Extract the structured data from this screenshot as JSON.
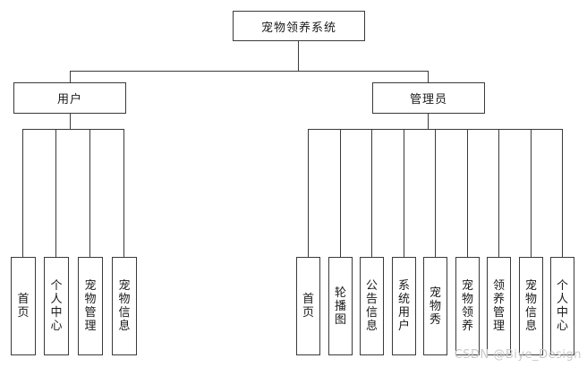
{
  "diagram": {
    "title": "宠物领养系统",
    "root": {
      "label": "宠物领养系统"
    },
    "actors": [
      {
        "label": "用户"
      },
      {
        "label": "管理员"
      }
    ],
    "user_features": [
      {
        "label": "首页"
      },
      {
        "label": "个人中心"
      },
      {
        "label": "宠物管理"
      },
      {
        "label": "宠物信息"
      }
    ],
    "admin_features": [
      {
        "label": "首页"
      },
      {
        "label": "轮播图"
      },
      {
        "label": "公告信息"
      },
      {
        "label": "系统用户"
      },
      {
        "label": "宠物秀"
      },
      {
        "label": "宠物领养"
      },
      {
        "label": "领养管理"
      },
      {
        "label": "宠物信息"
      },
      {
        "label": "个人中心"
      }
    ]
  },
  "watermark": {
    "text": "CSDN @Biye_Design"
  },
  "colors": {
    "background": "#ffffff",
    "line": "#3a3a3a",
    "text": "#1a1a1a",
    "watermark": "#c9c9c9"
  }
}
